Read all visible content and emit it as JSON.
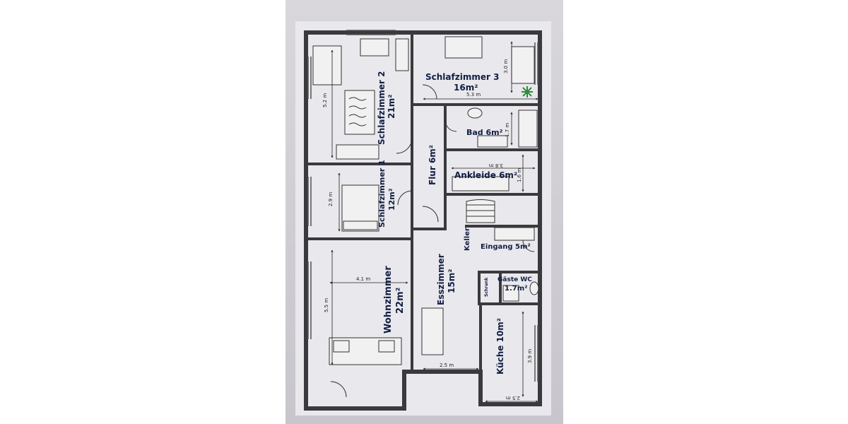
{
  "rooms": {
    "schlafzimmer3": {
      "name": "Schlafzimmer 3",
      "area": "16m²",
      "dim_w": "5.3 m",
      "dim_h": "3.0 m"
    },
    "schlafzimmer2": {
      "name": "Schlafzimmer 2",
      "area": "21m²",
      "dim": "5.2 m"
    },
    "bad": {
      "name": "Bad 6m²",
      "dim": "1.7 m"
    },
    "flur": {
      "name": "Flur 6m²"
    },
    "ankleide": {
      "name": "Ankleide 6m²",
      "dim_w": "3.8 m",
      "dim_h": "1.6 m"
    },
    "schlafzimmer1": {
      "name": "Schlafzimmer 1",
      "area": "12m²",
      "dim": "2.9 m"
    },
    "keller": {
      "name": "Keller"
    },
    "eingang": {
      "name": "Eingang 5m²"
    },
    "gaeste_wc": {
      "name": "Gäste WC",
      "area": "1.7m²"
    },
    "schrank": {
      "name": "Schrank"
    },
    "wohnzimmer": {
      "name": "Wohnzimmer",
      "area": "22m²",
      "dim_w": "4.1 m",
      "dim_h": "5.5 m"
    },
    "esszimmer": {
      "name": "Esszimmer",
      "area": "15m²",
      "dim": "2.5 m"
    },
    "kueche": {
      "name": "Küche 10m²",
      "dim_w": "2.5 m",
      "dim_h": "3.9 m"
    }
  },
  "colors": {
    "label": "#121f44",
    "wall": "#3a3a3e",
    "paper": "#e9e8ec",
    "plant": "#2f8a3a"
  }
}
